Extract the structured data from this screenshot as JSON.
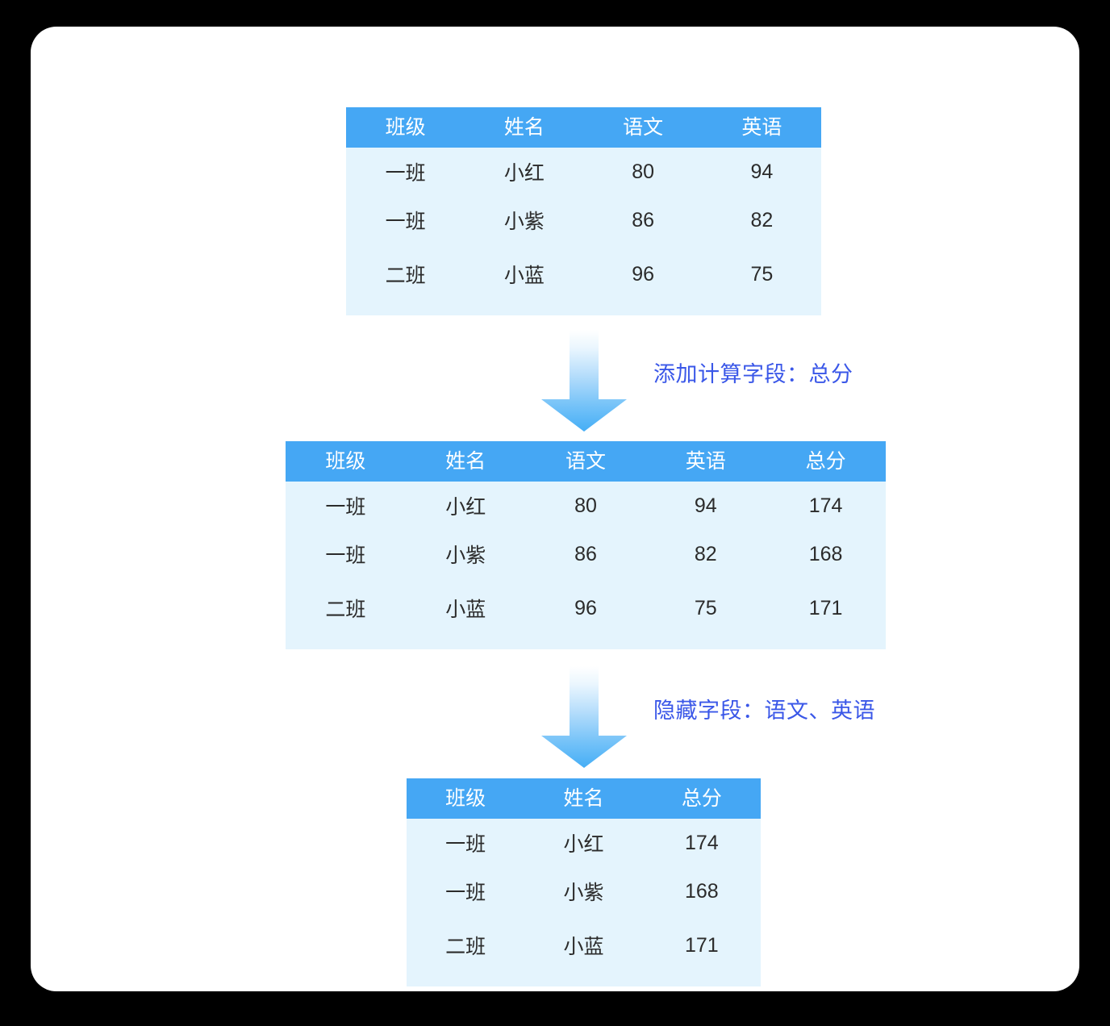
{
  "colors": {
    "page_background": "#000000",
    "card_background": "#ffffff",
    "table_header": "#45a7f4",
    "table_body": "#e4f4fd",
    "highlight_orange": "#f4521f",
    "link_blue": "#2b5be8",
    "annotation_blue": "#3a57e8",
    "arrow_blue": "#55b4f7",
    "text_dark": "#2b2b2b"
  },
  "tables": {
    "source": {
      "name": "source-table",
      "headers": [
        "班级",
        "姓名",
        "语文",
        "英语"
      ],
      "rows": [
        [
          "一班",
          "小红",
          "80",
          "94"
        ],
        [
          "一班",
          "小紫",
          "86",
          "82"
        ],
        [
          "二班",
          "小蓝",
          "96",
          "75"
        ]
      ],
      "column_styles": [
        "c-orange",
        "c-blue",
        "c-dark",
        "c-dark"
      ]
    },
    "computed": {
      "name": "computed-table",
      "headers": [
        "班级",
        "姓名",
        "语文",
        "英语",
        "总分"
      ],
      "rows": [
        [
          "一班",
          "小红",
          "80",
          "94",
          "174"
        ],
        [
          "一班",
          "小紫",
          "86",
          "82",
          "168"
        ],
        [
          "二班",
          "小蓝",
          "96",
          "75",
          "171"
        ]
      ],
      "column_styles": [
        "c-dark",
        "c-dark",
        "c-dark",
        "c-dark",
        "c-orange"
      ]
    },
    "hidden": {
      "name": "hidden-fields-table",
      "headers": [
        "班级",
        "姓名",
        "总分"
      ],
      "rows": [
        [
          "一班",
          "小红",
          "174"
        ],
        [
          "一班",
          "小紫",
          "168"
        ],
        [
          "二班",
          "小蓝",
          "171"
        ]
      ],
      "column_styles": [
        "c-dark",
        "c-dark",
        "c-dark"
      ]
    }
  },
  "annotations": {
    "step_1": "添加计算字段：总分",
    "step_2": "隐藏字段：语文、英语"
  },
  "icons": {
    "arrow_1": "down-arrow-icon",
    "arrow_2": "down-arrow-icon"
  }
}
